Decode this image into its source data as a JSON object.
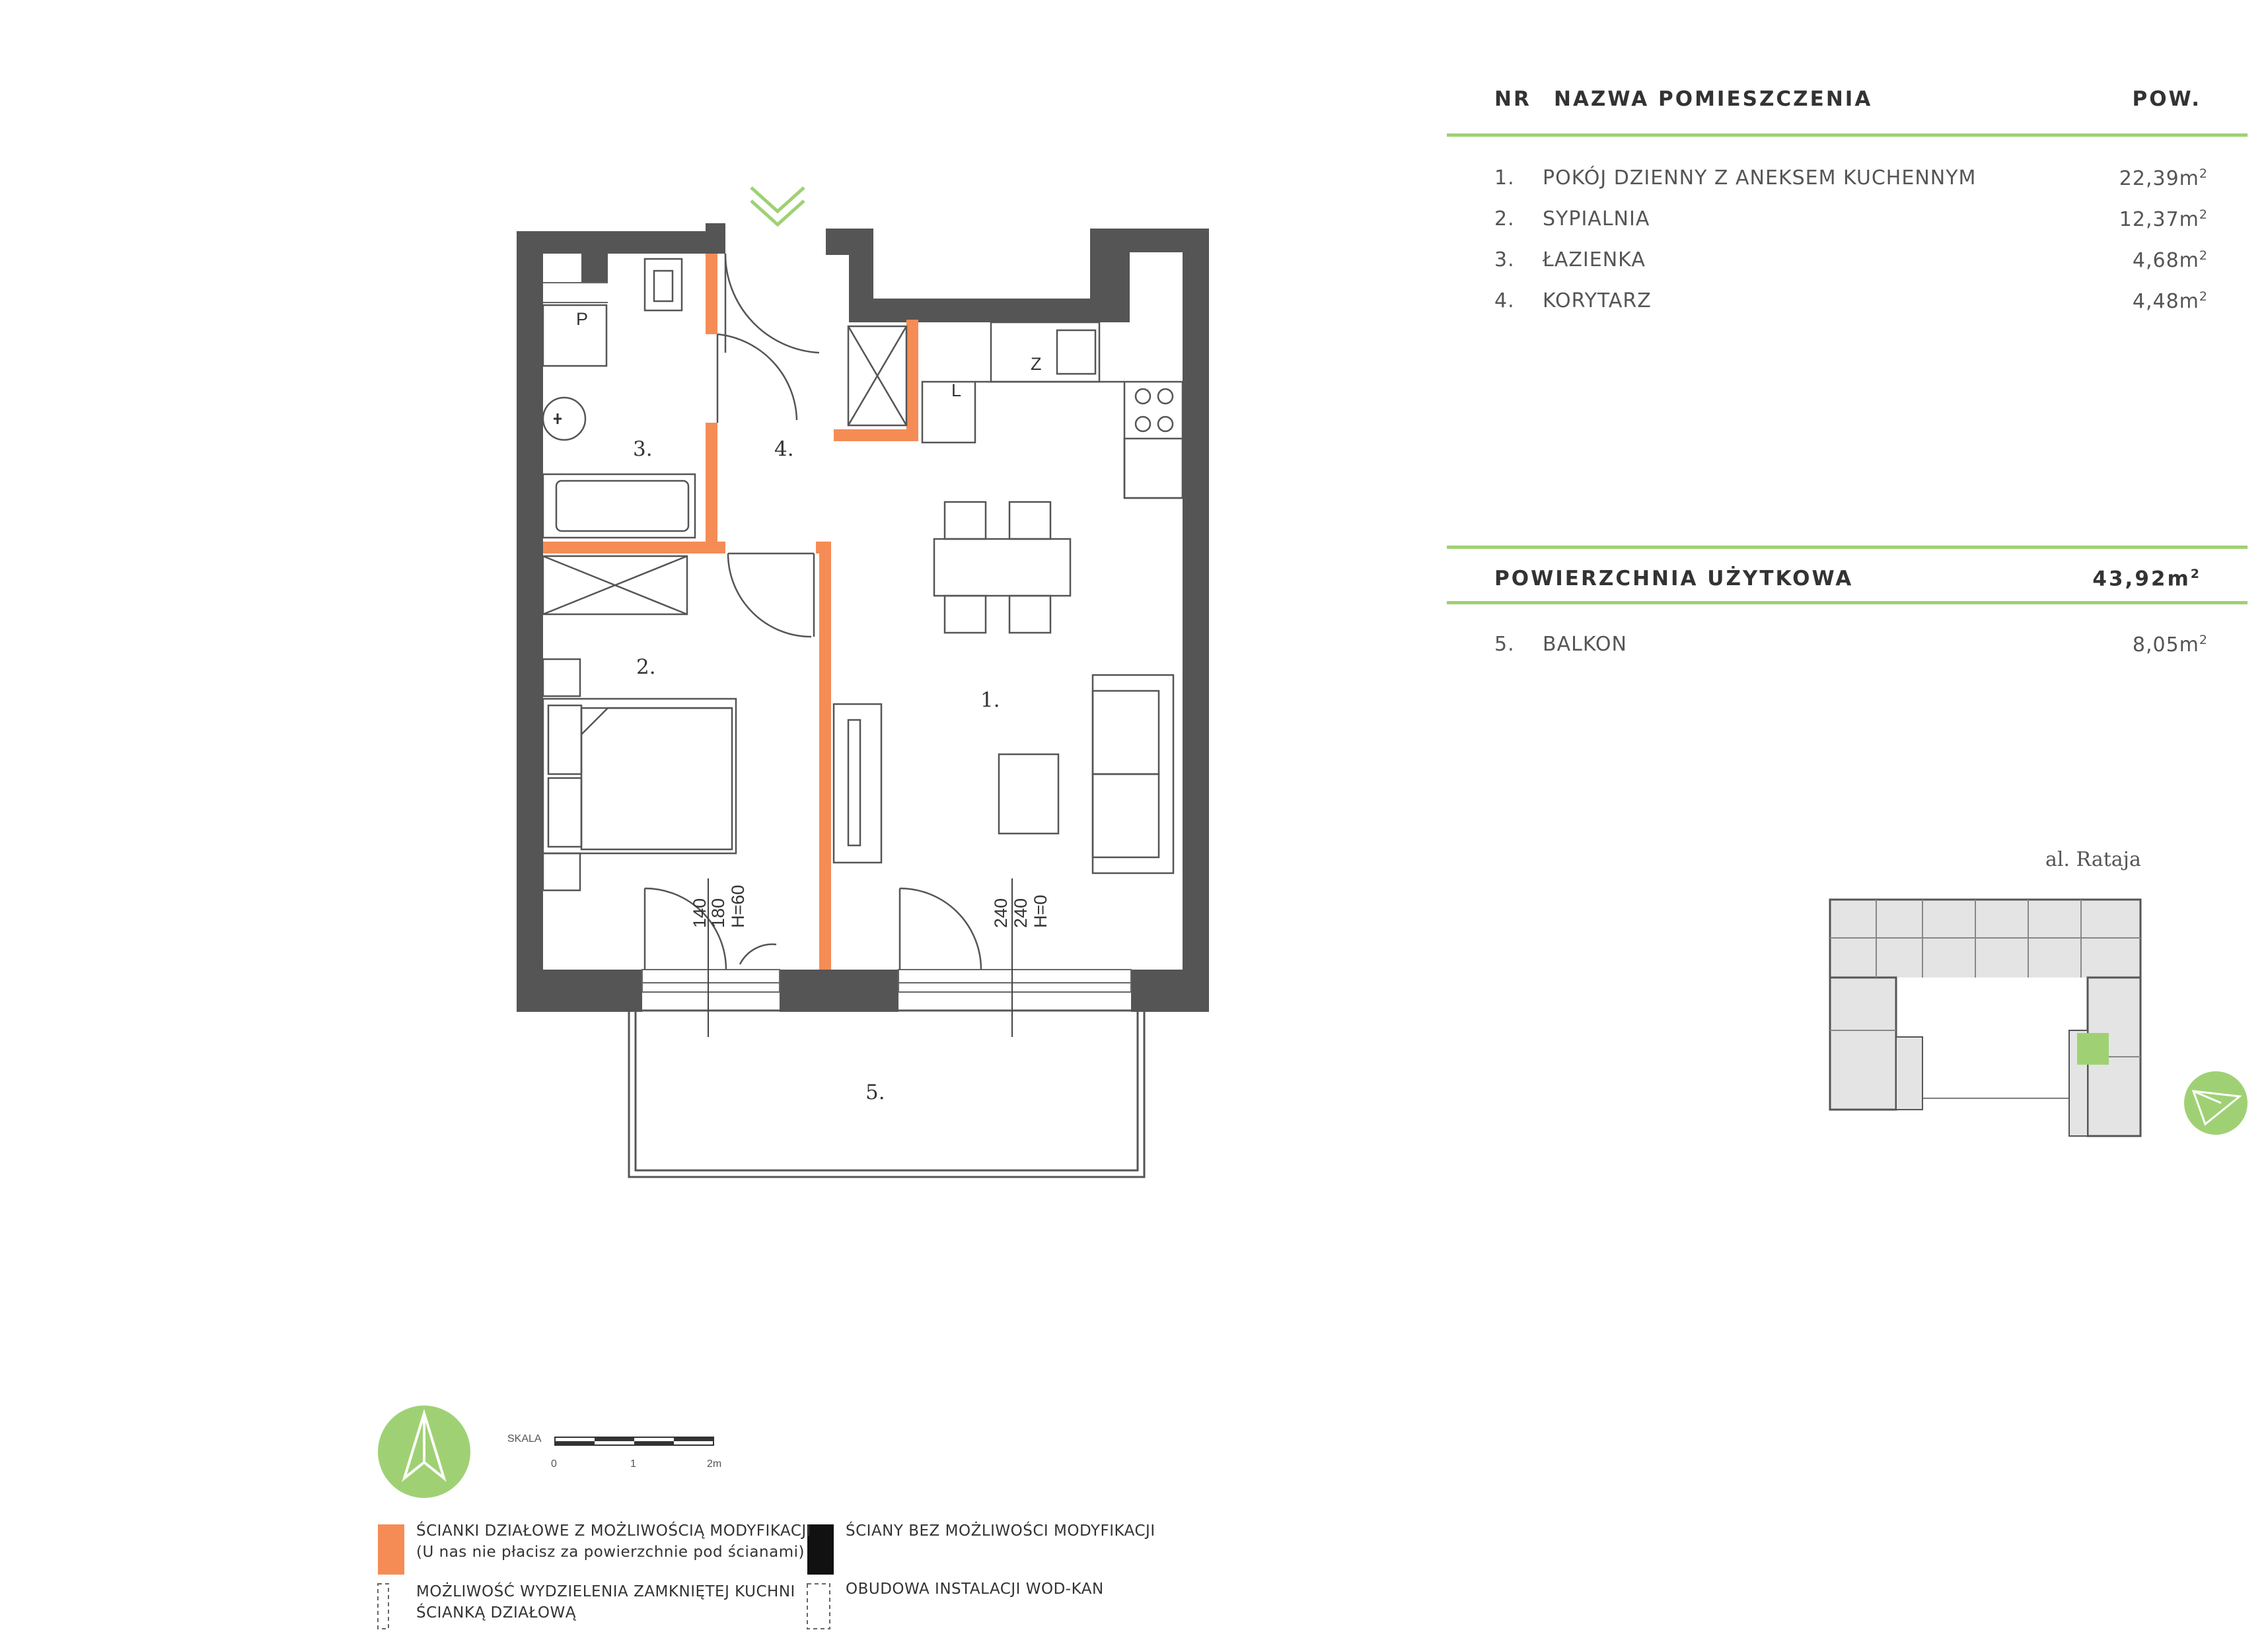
{
  "table": {
    "headers": {
      "nr": "NR",
      "name": "NAZWA POMIESZCZENIA",
      "area": "POW."
    },
    "rooms": [
      {
        "nr": "1.",
        "name": "POKÓJ DZIENNY Z ANEKSEM KUCHENNYM",
        "area": "22,39m",
        "unit_sup": "2"
      },
      {
        "nr": "2.",
        "name": "SYPIALNIA",
        "area": "12,37m",
        "unit_sup": "2"
      },
      {
        "nr": "3.",
        "name": "ŁAZIENKA",
        "area": "4,68m",
        "unit_sup": "2"
      },
      {
        "nr": "4.",
        "name": "KORYTARZ",
        "area": "4,48m",
        "unit_sup": "2"
      }
    ],
    "total": {
      "label": "POWIERZCHNIA UŻYTKOWA",
      "area": "43,92m",
      "unit_sup": "2"
    },
    "balcony": {
      "nr": "5.",
      "name": "BALKON",
      "area": "8,05m",
      "unit_sup": "2"
    }
  },
  "plan": {
    "room_labels": {
      "r1": "1.",
      "r2": "2.",
      "r3": "3.",
      "r4": "4.",
      "r5": "5."
    },
    "window_dims_left": [
      "140",
      "180",
      "H=60"
    ],
    "window_dims_right": [
      "240",
      "240",
      "H=0"
    ],
    "fixture_labels": {
      "p": "P",
      "z": "Z",
      "l": "L"
    }
  },
  "site": {
    "street": "al. Rataja"
  },
  "scale": {
    "label": "SKALA",
    "ticks": [
      "0",
      "1",
      "2m"
    ]
  },
  "legend": {
    "modifiable_walls": [
      "ŚCIANKI DZIAŁOWE Z MOŻLIWOŚCIĄ MODYFIKACJI",
      "(U nas nie płacisz za powierzchnie pod ścianami)"
    ],
    "fixed_walls": "ŚCIANY BEZ MOŻLIWOŚCI MODYFIKACJI",
    "kitchen_option": [
      "MOŻLIWOŚĆ WYDZIELENIA ZAMKNIĘTEJ KUCHNI",
      "ŚCIANKĄ DZIAŁOWĄ"
    ],
    "plumbing": "OBUDOWA INSTALACJI WOD-KAN"
  },
  "colors": {
    "accent_green": "#9fd174",
    "modifiable_wall": "#f58c55",
    "fixed_wall": "#555555",
    "highlight_unit": "#9fd174"
  }
}
